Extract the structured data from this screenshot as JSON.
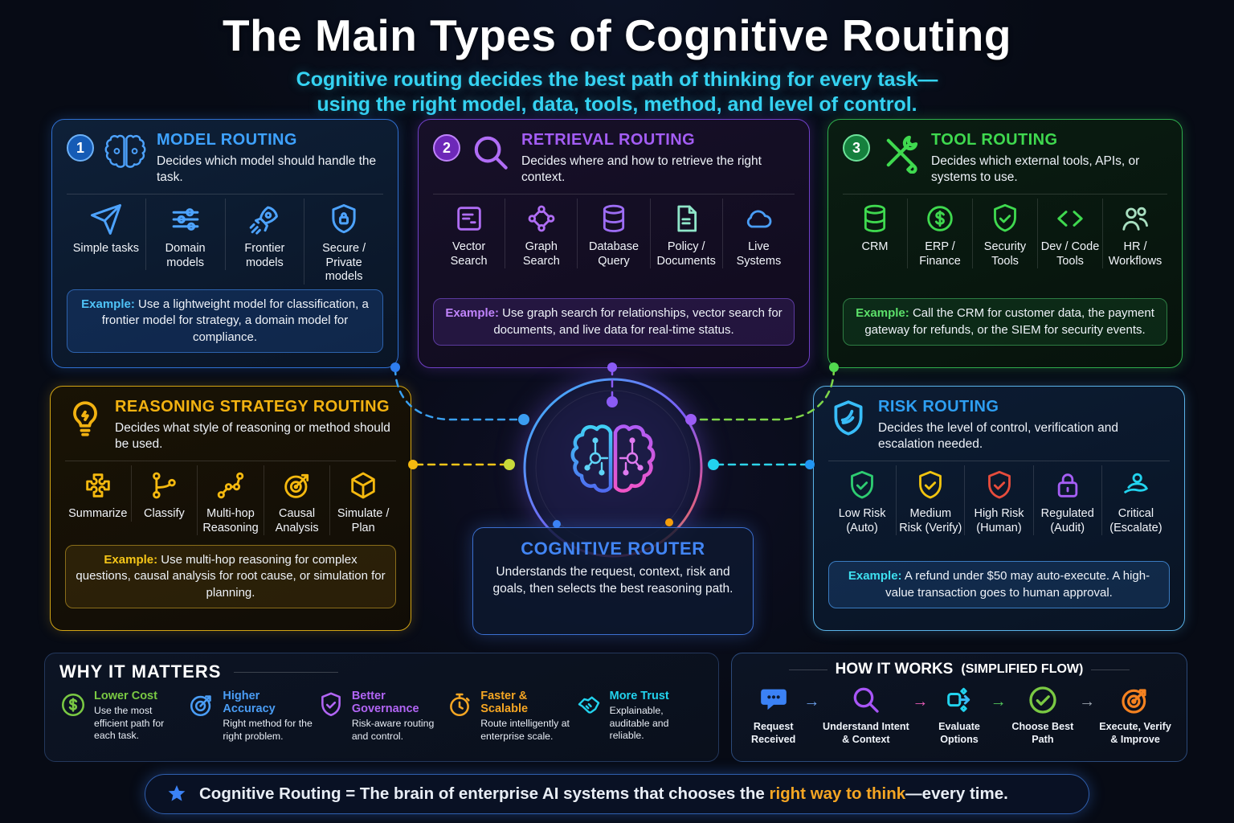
{
  "header": {
    "title": "The Main Types of Cognitive Routing",
    "subtitle_line1": "Cognitive routing decides the best path of thinking for every task—",
    "subtitle_line2": "using the right model, data, tools, method, and level of control."
  },
  "cards": [
    {
      "number": "1",
      "title": "MODEL ROUTING",
      "description": "Decides which model should handle the task.",
      "accent": "#3ea2ff",
      "items": [
        {
          "label": "Simple tasks",
          "icon": "paper-plane-icon"
        },
        {
          "label": "Domain models",
          "icon": "sliders-icon"
        },
        {
          "label": "Frontier models",
          "icon": "rocket-icon"
        },
        {
          "label": "Secure / Private models",
          "icon": "shield-lock-icon"
        }
      ],
      "example_label": "Example:",
      "example_text": " Use a lightweight model for classification, a frontier model for strategy, a domain model for compliance."
    },
    {
      "number": "2",
      "title": "RETRIEVAL ROUTING",
      "description": "Decides where and how to retrieve the right context.",
      "accent": "#a45df5",
      "items": [
        {
          "label": "Vector Search",
          "icon": "vector-search-icon"
        },
        {
          "label": "Graph Search",
          "icon": "graph-icon"
        },
        {
          "label": "Database Query",
          "icon": "database-icon"
        },
        {
          "label": "Policy / Documents",
          "icon": "document-icon"
        },
        {
          "label": "Live Systems",
          "icon": "cloud-icon"
        }
      ],
      "example_label": "Example:",
      "example_text": " Use graph search for relationships, vector search for documents, and live data for real-time status."
    },
    {
      "number": "3",
      "title": "TOOL ROUTING",
      "description": "Decides which external tools, APIs, or systems to use.",
      "accent": "#3fd94f",
      "items": [
        {
          "label": "CRM",
          "icon": "database-icon"
        },
        {
          "label": "ERP / Finance",
          "icon": "dollar-circle-icon"
        },
        {
          "label": "Security Tools",
          "icon": "shield-check-icon"
        },
        {
          "label": "Dev / Code Tools",
          "icon": "code-icon"
        },
        {
          "label": "HR / Workflows",
          "icon": "people-icon"
        }
      ],
      "example_label": "Example:",
      "example_text": " Call the CRM for customer data, the payment gateway for refunds, or the SIEM for security events."
    },
    {
      "title": "REASONING STRATEGY ROUTING",
      "description": "Decides what style of reasoning or method should be used.",
      "accent": "#f2b211",
      "items": [
        {
          "label": "Summarize",
          "icon": "puzzle-icon"
        },
        {
          "label": "Classify",
          "icon": "branch-icon"
        },
        {
          "label": "Multi-hop Reasoning",
          "icon": "multihop-icon"
        },
        {
          "label": "Causal Analysis",
          "icon": "target-arrow-icon"
        },
        {
          "label": "Simulate / Plan",
          "icon": "cube-icon"
        }
      ],
      "example_label": "Example:",
      "example_text": " Use multi-hop reasoning for complex questions, causal analysis for root cause, or simulation for planning."
    },
    {
      "title": "RISK ROUTING",
      "description": "Decides the level of control, verification and escalation needed.",
      "accent": "#2e9ff2",
      "items": [
        {
          "label": "Low Risk (Auto)",
          "icon": "shield-check-icon",
          "color": "#2ecc71"
        },
        {
          "label": "Medium Risk (Verify)",
          "icon": "shield-check-icon",
          "color": "#f1c40f"
        },
        {
          "label": "High Risk (Human)",
          "icon": "shield-check-icon",
          "color": "#e74c3c"
        },
        {
          "label": "Regulated (Audit)",
          "icon": "padlock-icon",
          "color": "#a55ef5"
        },
        {
          "label": "Critical (Escalate)",
          "icon": "people-escalate-icon",
          "color": "#22d3ee"
        }
      ],
      "example_label": "Example:",
      "example_text": " A refund under $50 may auto-execute. A high-value transaction goes to human approval."
    }
  ],
  "router": {
    "title": "COGNITIVE ROUTER",
    "description": "Understands the request, context, risk and goals, then selects the best reasoning path."
  },
  "why": {
    "title": "WHY IT MATTERS",
    "items": [
      {
        "title": "Lower Cost",
        "color": "#7ac943",
        "desc": "Use the most efficient path for each task.",
        "icon": "dollar-circle-icon"
      },
      {
        "title": "Higher Accuracy",
        "color": "#4a9df5",
        "desc": "Right method for the right problem.",
        "icon": "target-icon"
      },
      {
        "title": "Better Governance",
        "color": "#b265f5",
        "desc": "Risk-aware routing and control.",
        "icon": "shield-check-icon"
      },
      {
        "title": "Faster & Scalable",
        "color": "#f5a623",
        "desc": "Route intelligently at enterprise scale.",
        "icon": "stopwatch-icon"
      },
      {
        "title": "More Trust",
        "color": "#22d3ee",
        "desc": "Explainable, auditable and reliable.",
        "icon": "handshake-icon"
      }
    ]
  },
  "how": {
    "title": "HOW IT WORKS",
    "title_suffix": "(SIMPLIFIED FLOW)",
    "arrow": "→",
    "arrow_colors": [
      "#6b9fe8",
      "#e85bb7",
      "#52c45a",
      "#9aa3ad"
    ],
    "steps": [
      {
        "label": "Request Received",
        "icon": "chat-bubble-icon",
        "color": "#3b82f6"
      },
      {
        "label": "Understand Intent & Context",
        "icon": "magnifier-icon",
        "color": "#a855f7"
      },
      {
        "label": "Evaluate Options",
        "icon": "flow-options-icon",
        "color": "#22d3ee"
      },
      {
        "label": "Choose Best Path",
        "icon": "circle-check-icon",
        "color": "#7ac943"
      },
      {
        "label": "Execute, Verify & Improve",
        "icon": "target-arrow-icon",
        "color": "#f58220"
      }
    ]
  },
  "footer": {
    "text_before": "Cognitive Routing = The brain of enterprise AI systems that chooses the ",
    "highlight": "right way to think",
    "text_after": "—every time.",
    "highlight_color": "#f5a623",
    "star_color": "#3b82f6"
  }
}
